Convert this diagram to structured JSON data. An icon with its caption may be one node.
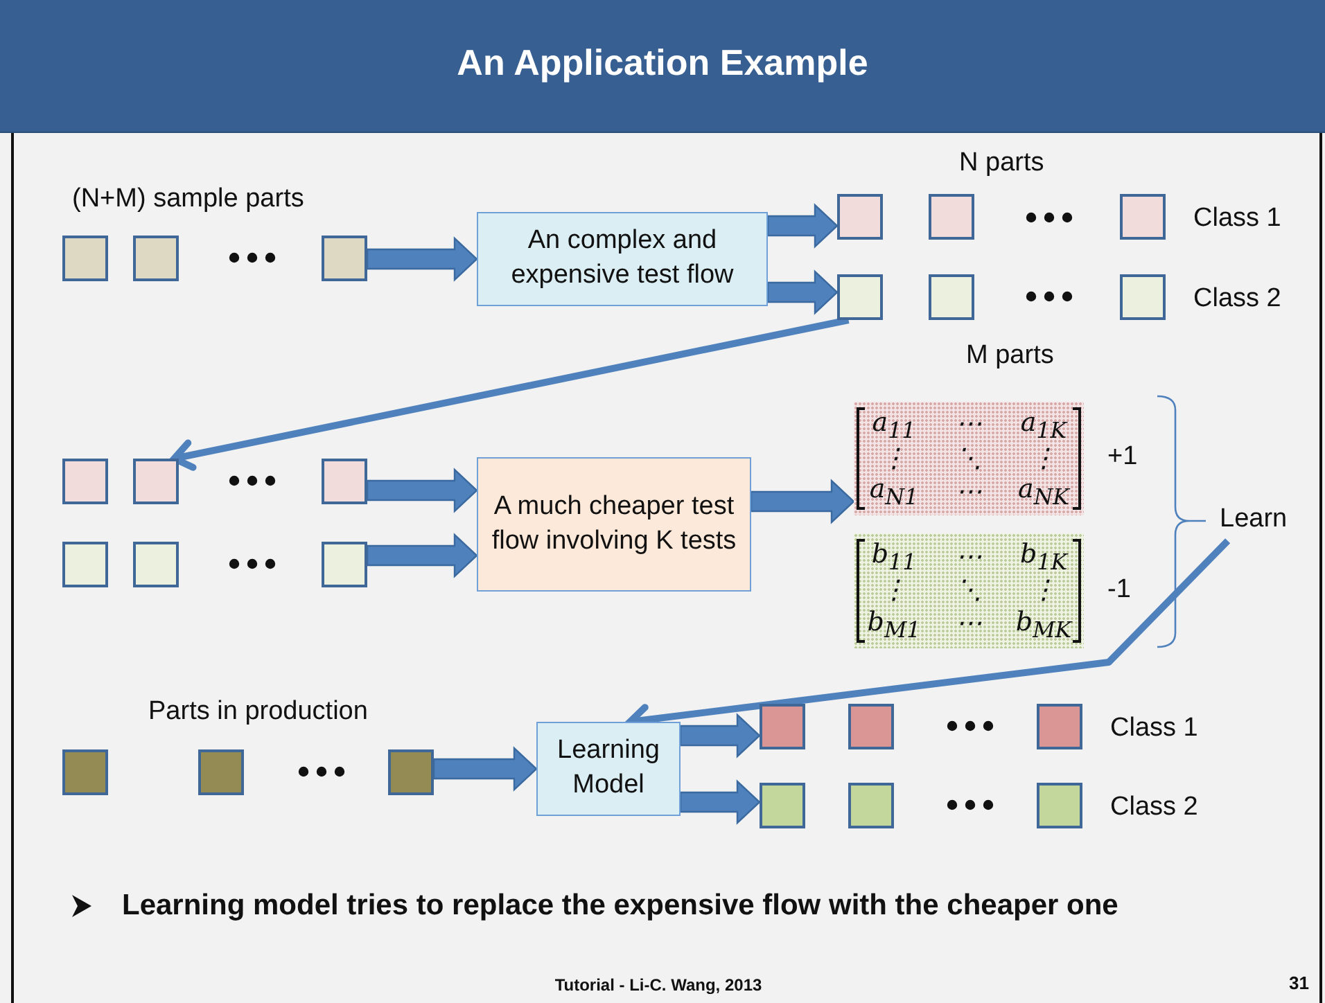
{
  "diagram": {
    "title": "An Application Example",
    "nodes": [
      {
        "text": [],
        "shape": "box"
      },
      {
        "text": [],
        "shape": "box"
      },
      {
        "text": [],
        "shape": "box"
      },
      {
        "text": [
          "An complex and expensive test flow"
        ]
      },
      {
        "text": [],
        "shape": "box"
      },
      {
        "text": [],
        "shape": "box"
      },
      {
        "text": [],
        "shape": "box",
        "beside": [
          "Class 1"
        ]
      },
      {
        "text": [],
        "shape": "box"
      },
      {
        "text": [],
        "shape": "box"
      },
      {
        "text": [],
        "shape": "box",
        "beside": [
          "Class 2"
        ]
      },
      {
        "text": [],
        "shape": "box"
      },
      {
        "text": [],
        "shape": "box"
      },
      {
        "text": [],
        "shape": "box"
      },
      {
        "text": [],
        "shape": "box"
      },
      {
        "text": [],
        "shape": "box"
      },
      {
        "text": [],
        "shape": "box"
      },
      {
        "text": [
          "A much cheaper test flow involving K tests"
        ]
      },
      {
        "text": [
          "a$_{11}$",
          "⋯",
          "a$_{1K}$",
          "⋮",
          "⋱",
          "⋮",
          "a$_{N1}$",
          "⋯",
          "a$_{NK}$"
        ],
        "beside": [
          "+1"
        ]
      },
      {
        "text": [
          "b$_{11}$",
          "⋯",
          "b$_{1K}$",
          "⋮",
          "⋱",
          "⋮",
          "b$_{M1}$",
          "⋯",
          "b$_{MK}$"
        ],
        "beside": [
          "-1"
        ]
      },
      {
        "text": [
          "Learn"
        ]
      },
      {
        "text": [
          "Learning Model"
        ]
      },
      {
        "text": [],
        "shape": "box"
      },
      {
        "text": [],
        "shape": "box"
      },
      {
        "text": [],
        "shape": "box"
      },
      {
        "text": [],
        "shape": "box"
      },
      {
        "text": [],
        "shape": "box"
      },
      {
        "text": [],
        "shape": "box",
        "beside": [
          "Class 1"
        ]
      },
      {
        "text": [],
        "shape": "box"
      },
      {
        "text": [],
        "shape": "box"
      },
      {
        "text": [],
        "shape": "box",
        "beside": [
          "Class 2"
        ]
      }
    ],
    "edges": [
      {
        "from": 2,
        "to": 3,
        "arrow": "to",
        "style": "thick"
      },
      {
        "from": 3,
        "to": 4,
        "arrow": "to",
        "style": "thick"
      },
      {
        "from": 3,
        "to": 7,
        "arrow": "to",
        "style": "thick"
      },
      {
        "from": 7,
        "to": 11,
        "arrow": "to"
      },
      {
        "from": 12,
        "to": 16,
        "arrow": "to",
        "style": "thick"
      },
      {
        "from": 15,
        "to": 16,
        "arrow": "to",
        "style": "thick"
      },
      {
        "from": 16,
        "to": 17,
        "arrow": "to",
        "style": "thick"
      },
      {
        "from": 19,
        "to": 20,
        "arrow": "to"
      },
      {
        "from": 23,
        "to": 20,
        "arrow": "to",
        "style": "thick"
      },
      {
        "from": 20,
        "to": 24,
        "arrow": "to",
        "style": "thick"
      },
      {
        "from": 20,
        "to": 27,
        "arrow": "to",
        "style": "thick"
      }
    ],
    "labels": [
      "(N+M) sample parts",
      "N parts",
      "M parts",
      "Parts in production",
      "Learning model tries to replace the expensive flow with the cheaper one",
      "Tutorial - Li-C. Wang, 2013",
      "31"
    ]
  }
}
